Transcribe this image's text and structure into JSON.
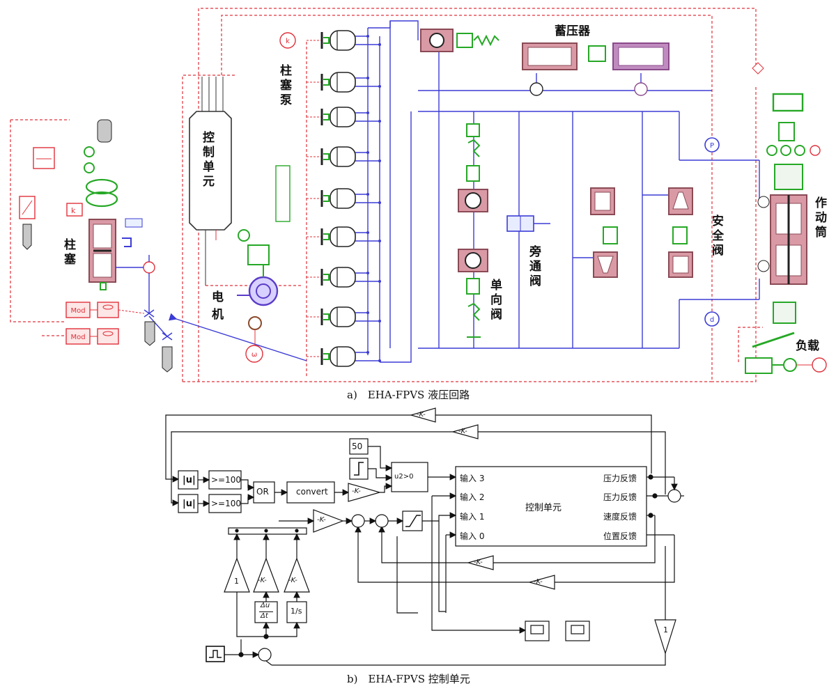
{
  "captions": {
    "a": "a)　EHA-FPVS 液压回路",
    "b": "b)　EHA-FPVS 控制单元"
  },
  "hydraulic_labels": {
    "control_unit": "控制单元",
    "plunger_pump": "柱塞泵",
    "motor": "电机",
    "accumulator": "蓄压器",
    "check_valve": "单向阀",
    "bypass_valve": "旁通阀",
    "safety_valve": "安全阀",
    "actuator": "作动筒",
    "load": "负载",
    "plunger": "柱塞"
  },
  "component_tags": {
    "mod1": "Mod",
    "mod2": "Mod",
    "k": "k",
    "p": "P",
    "q": "d"
  },
  "control_blocks": {
    "abs1": "|u|",
    "abs2": "|u|",
    "cmp1": ">=100",
    "cmp2": ">=100",
    "or": "OR",
    "convert": "convert",
    "const50": "50",
    "switch_cond": "u2>0",
    "gain": "-K-",
    "gain_one": "1",
    "one_over_s": "1/s",
    "deriv_num": "Δu",
    "deriv_den": "Δt"
  },
  "control_unit_block": {
    "title": "控制单元",
    "inputs": [
      "输入 3",
      "输入 2",
      "输入 1",
      "输入 0"
    ],
    "outputs": [
      "压力反馈",
      "压力反馈",
      "速度反馈",
      "位置反馈"
    ]
  },
  "colors": {
    "hydraulic_line": "#3b3bd6",
    "signal_line": "#e0303a",
    "green_component": "#26a826",
    "pump_body": "#222222",
    "accumulator_body": "#a96b74",
    "control_line": "#111111"
  }
}
